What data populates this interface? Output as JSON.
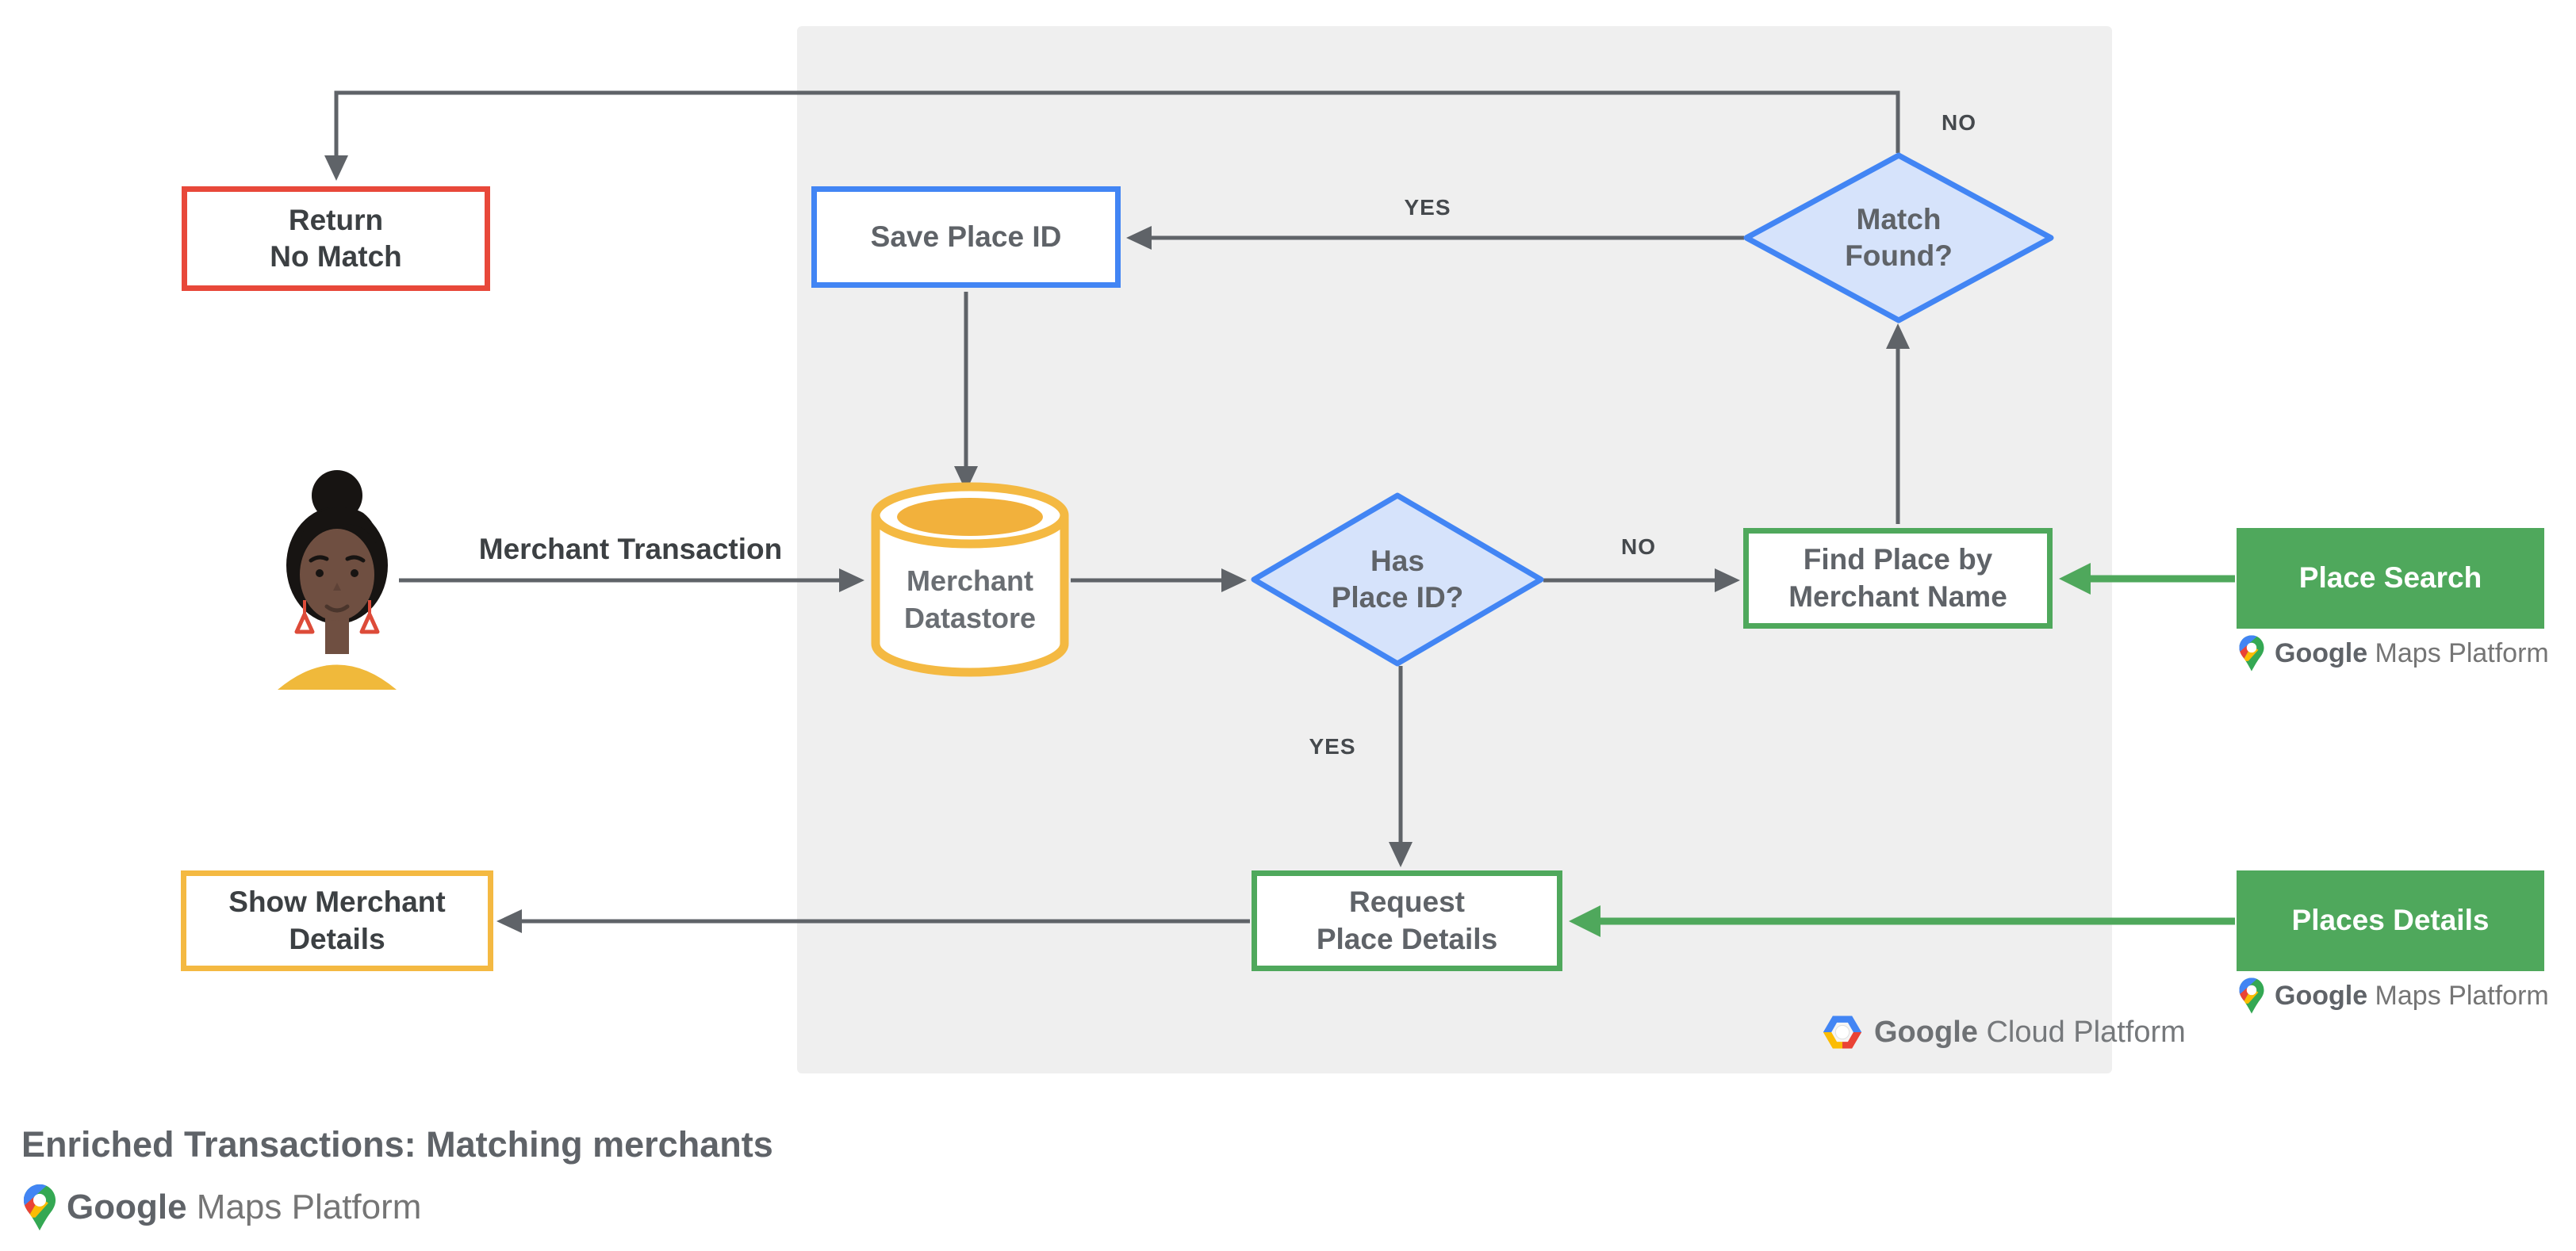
{
  "title": "Enriched Transactions: Matching merchants",
  "nodes": {
    "return_no_match": {
      "label": "Return\nNo Match"
    },
    "save_place_id": {
      "label": "Save Place ID"
    },
    "match_found": {
      "label": "Match\nFound?"
    },
    "merchant_datastore": {
      "label": "Merchant\nDatastore"
    },
    "has_place_id": {
      "label": "Has\nPlace ID?"
    },
    "find_place_by_merchant_name": {
      "label": "Find Place by\nMerchant Name"
    },
    "place_search": {
      "label": "Place Search"
    },
    "request_place_details": {
      "label": "Request\nPlace Details"
    },
    "places_details": {
      "label": "Places Details"
    },
    "show_merchant_details": {
      "label": "Show Merchant\nDetails"
    }
  },
  "edge_labels": {
    "no_match_found": "NO",
    "yes_match_found": "YES",
    "no_has_place_id": "NO",
    "yes_has_place_id": "YES",
    "merchant_transaction": "Merchant Transaction"
  },
  "logos": {
    "google_maps_platform": {
      "google": "Google",
      "rest": " Maps Platform"
    },
    "google_cloud_platform": {
      "google": "Google",
      "rest": " Cloud Platform"
    }
  },
  "colors": {
    "red": "#E8483A",
    "blue": "#4285F4",
    "diamond_fill": "#D6E3FB",
    "yellow": "#F4B942",
    "green": "#4FA85C",
    "panel_gray": "#EFEFEF",
    "arrow_gray": "#5F6368",
    "text_dark": "#3C4043",
    "text_gray": "#5F6368"
  }
}
